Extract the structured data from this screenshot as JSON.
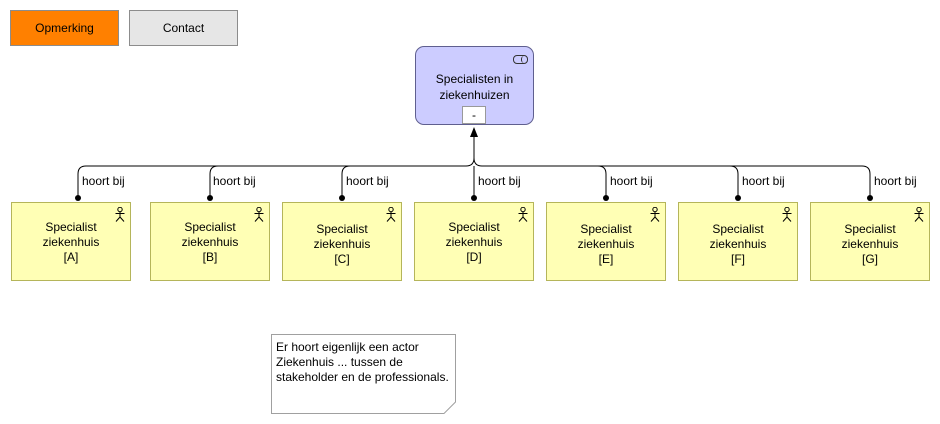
{
  "toolbar": {
    "opmerking_label": "Opmerking",
    "contact_label": "Contact"
  },
  "root_node": {
    "title_line1": "Specialisten in",
    "title_line2": "ziekenhuizen",
    "collapse_label": "-"
  },
  "actors": [
    {
      "line1": "Specialist",
      "line2": "ziekenhuis",
      "line3": "[A]",
      "relation": "hoort bij"
    },
    {
      "line1": "Specialist",
      "line2": "ziekenhuis",
      "line3": "[B]",
      "relation": "hoort bij"
    },
    {
      "line1": "Specialist",
      "line2": "ziekenhuis",
      "line3": "[C]",
      "relation": "hoort bij"
    },
    {
      "line1": "Specialist",
      "line2": "ziekenhuis",
      "line3": "[D]",
      "relation": "hoort bij"
    },
    {
      "line1": "Specialist",
      "line2": "ziekenhuis",
      "line3": "[E]",
      "relation": "hoort bij"
    },
    {
      "line1": "Specialist",
      "line2": "ziekenhuis",
      "line3": "[F]",
      "relation": "hoort bij"
    },
    {
      "line1": "Specialist",
      "line2": "ziekenhuis",
      "line3": "[G]",
      "relation": "hoort bij"
    }
  ],
  "note": {
    "line1": "Er hoort eigenlijk een actor",
    "line2": "Ziekenhuis ... tussen de",
    "line3": "stakeholder en de professionals."
  },
  "colors": {
    "opmerking_button": "#ff8000",
    "contact_button": "#e6e6e6",
    "service_fill": "#ccccff",
    "actor_fill": "#ffffb5"
  }
}
